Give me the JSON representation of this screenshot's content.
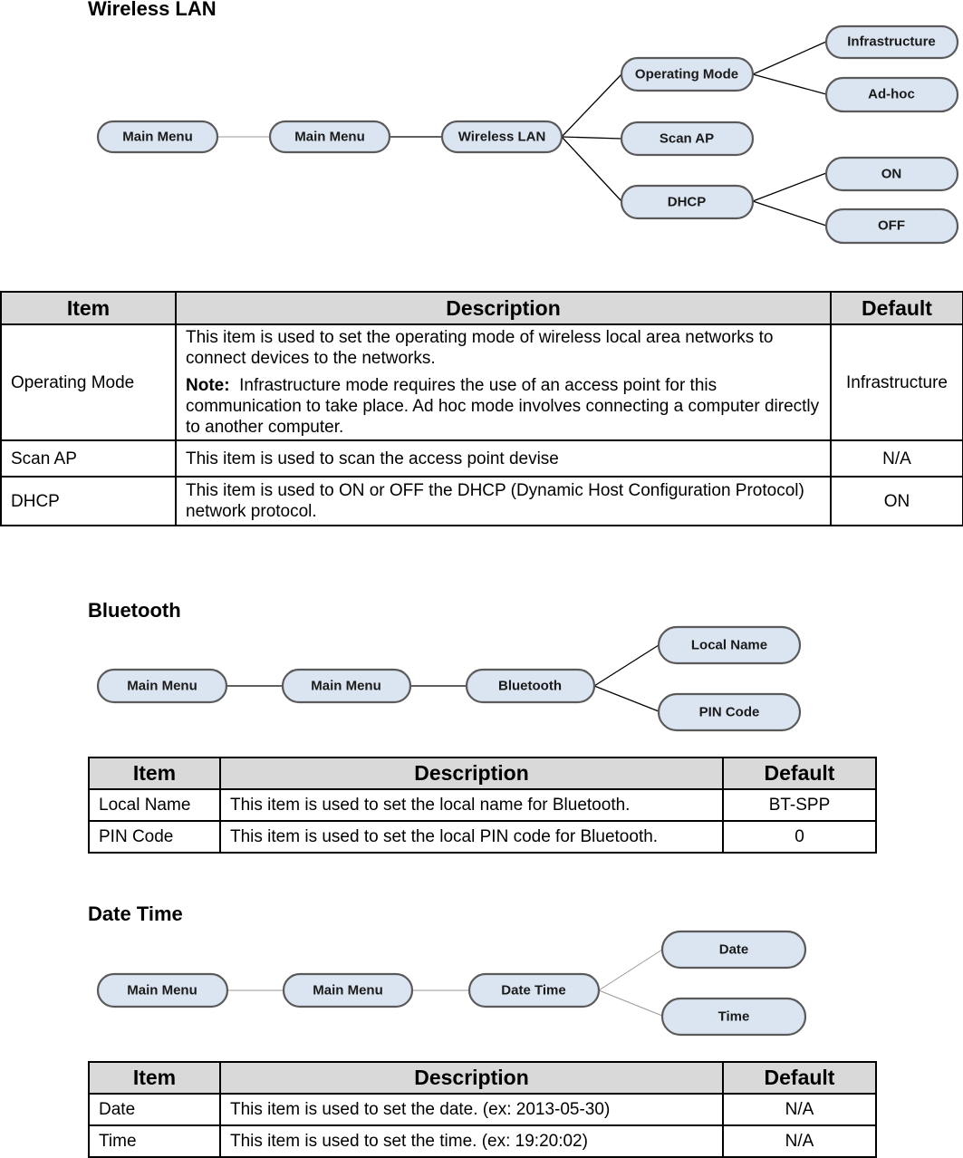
{
  "sections": {
    "wlan": {
      "title": "Wireless LAN",
      "nodes": [
        "Main Menu",
        "Main Menu",
        "Wireless LAN",
        "Operating Mode",
        "Scan AP",
        "DHCP",
        "Infrastructure",
        "Ad-hoc",
        "ON",
        "OFF"
      ],
      "table": {
        "headers": [
          "Item",
          "Description",
          "Default"
        ],
        "rows": [
          {
            "item": "Operating Mode",
            "desc": "This item is used to set the operating mode of wireless local area networks to connect devices to the networks.",
            "note_label": "Note:",
            "note_text": "Infrastructure mode requires the use of an access point for this communication to take place. Ad hoc mode involves connecting a computer directly to another computer.",
            "default": "Infrastructure"
          },
          {
            "item": "Scan AP",
            "desc": "This item is used to scan the access point devise",
            "default": "N/A"
          },
          {
            "item": "DHCP",
            "desc": "This item is used to ON or OFF the DHCP (Dynamic Host Configuration Protocol) network protocol.",
            "default": "ON"
          }
        ]
      }
    },
    "bt": {
      "title": "Bluetooth",
      "nodes": [
        "Main Menu",
        "Main Menu",
        "Bluetooth",
        "Local Name",
        "PIN Code"
      ],
      "table": {
        "headers": [
          "Item",
          "Description",
          "Default"
        ],
        "rows": [
          {
            "item": "Local Name",
            "desc": "This item is used to set the local name for Bluetooth.",
            "default": "BT-SPP"
          },
          {
            "item": "PIN Code",
            "desc": "This item is used to set the local PIN code for Bluetooth.",
            "default": "0"
          }
        ]
      }
    },
    "dt": {
      "title": "Date Time",
      "nodes": [
        "Main Menu",
        "Main Menu",
        "Date Time",
        "Date",
        "Time"
      ],
      "table": {
        "headers": [
          "Item",
          "Description",
          "Default"
        ],
        "rows": [
          {
            "item": "Date",
            "desc": "This item is used to set the date. (ex: 2013-05-30)",
            "default": "N/A"
          },
          {
            "item": "Time",
            "desc": "This item is used to set the time. (ex: 19:20:02)",
            "default": "N/A"
          }
        ]
      }
    }
  }
}
